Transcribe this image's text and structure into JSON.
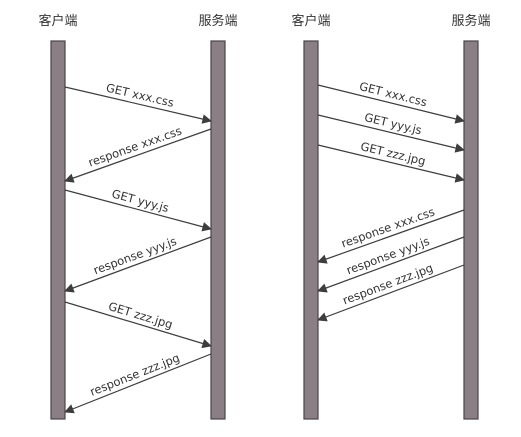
{
  "diagrams": [
    {
      "client_label": "客户端",
      "server_label": "服务端",
      "messages": [
        {
          "label": "GET xxx.css",
          "direction": "to-server"
        },
        {
          "label": "response xxx.css",
          "direction": "to-client"
        },
        {
          "label": "GET yyy.js",
          "direction": "to-server"
        },
        {
          "label": "response yyy.js",
          "direction": "to-client"
        },
        {
          "label": "GET zzz.jpg",
          "direction": "to-server"
        },
        {
          "label": "response zzz.jpg",
          "direction": "to-client"
        }
      ]
    },
    {
      "client_label": "客户端",
      "server_label": "服务端",
      "messages": [
        {
          "label": "GET xxx.css",
          "direction": "to-server"
        },
        {
          "label": "GET yyy.js",
          "direction": "to-server"
        },
        {
          "label": "GET zzz.jpg",
          "direction": "to-server"
        },
        {
          "label": "response xxx.css",
          "direction": "to-client"
        },
        {
          "label": "response yyy.js",
          "direction": "to-client"
        },
        {
          "label": "response zzz.jpg",
          "direction": "to-client"
        }
      ]
    }
  ],
  "colors": {
    "lifeline_fill": "#8b7f86",
    "lifeline_stroke": "#4a4448",
    "arrow": "#3d3d3d",
    "text": "#333333"
  }
}
